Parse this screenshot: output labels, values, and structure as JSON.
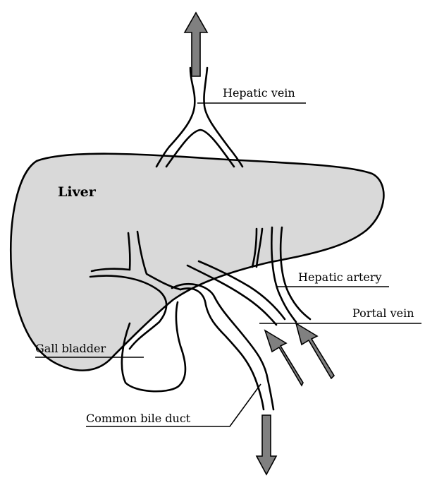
{
  "labels": {
    "liver": "Liver",
    "hepatic_vein": "Hepatic vein",
    "hepatic_artery": "Hepatic artery",
    "portal_vein": "Portal vein",
    "gall_bladder": "Gall bladder",
    "common_bile_duct": "Common bile duct"
  },
  "colors": {
    "liver_fill": "#d9d9d9",
    "arrow_fill": "#808080",
    "stroke": "#000000"
  },
  "arrows": [
    {
      "name": "hepatic-vein-outflow-arrow",
      "direction": "up"
    },
    {
      "name": "bile-outflow-arrow",
      "direction": "down"
    },
    {
      "name": "portal-vein-inflow-arrow",
      "direction": "up-left"
    },
    {
      "name": "hepatic-artery-inflow-arrow",
      "direction": "up-left"
    }
  ]
}
